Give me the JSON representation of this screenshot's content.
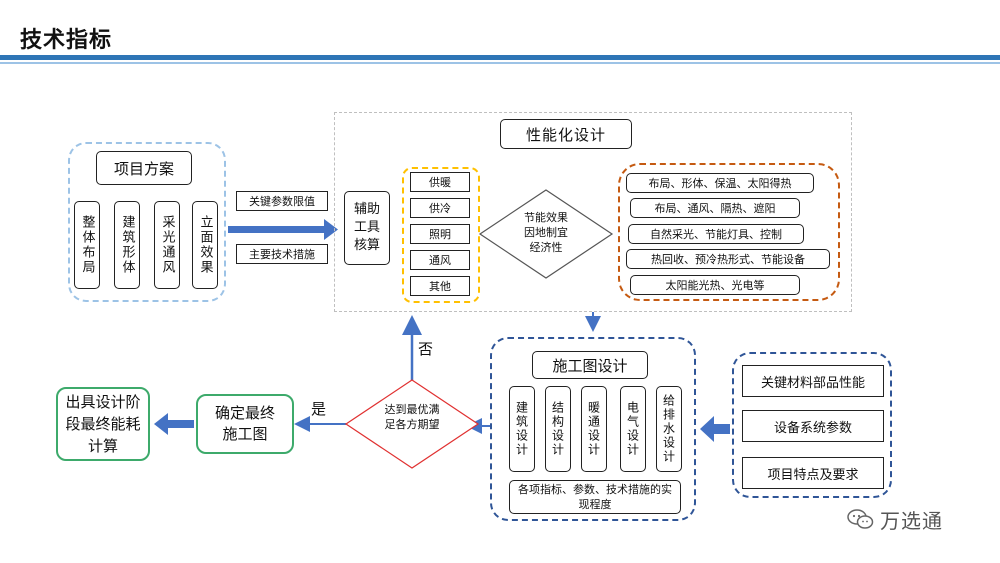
{
  "header": {
    "title": "技术指标"
  },
  "project": {
    "title": "项目方案",
    "items": [
      "整体布局",
      "建筑形体",
      "采光通风",
      "立面效果"
    ]
  },
  "arrow_labels": {
    "key_params": "关键参数限值",
    "main_measures": "主要技术措施",
    "no": "否",
    "yes": "是"
  },
  "performance": {
    "title": "性能化设计",
    "aux_tool": "辅助工具核算",
    "categories": [
      "供暖",
      "供冷",
      "照明",
      "通风",
      "其他"
    ],
    "diamond": [
      "节能效果",
      "因地制宜",
      "经济性"
    ],
    "measures": [
      "布局、形体、保温、太阳得热",
      "布局、通风、隔热、遮阳",
      "自然采光、节能灯具、控制",
      "热回收、预冷热形式、节能设备",
      "太阳能光热、光电等"
    ]
  },
  "construction": {
    "title": "施工图设计",
    "items": [
      "建筑设计",
      "结构设计",
      "暖通设计",
      "电气设计",
      "给排水设计"
    ],
    "footer": "各项指标、参数、技术措施的实现程度"
  },
  "inputs": [
    "关键材料部品性能",
    "设备系统参数",
    "项目特点及要求"
  ],
  "decision": {
    "text": "达到最优满足各方期望"
  },
  "final_drawing": "确定最终施工图",
  "output": "出具设计阶段最终能耗计算",
  "watermark": "万选通"
}
